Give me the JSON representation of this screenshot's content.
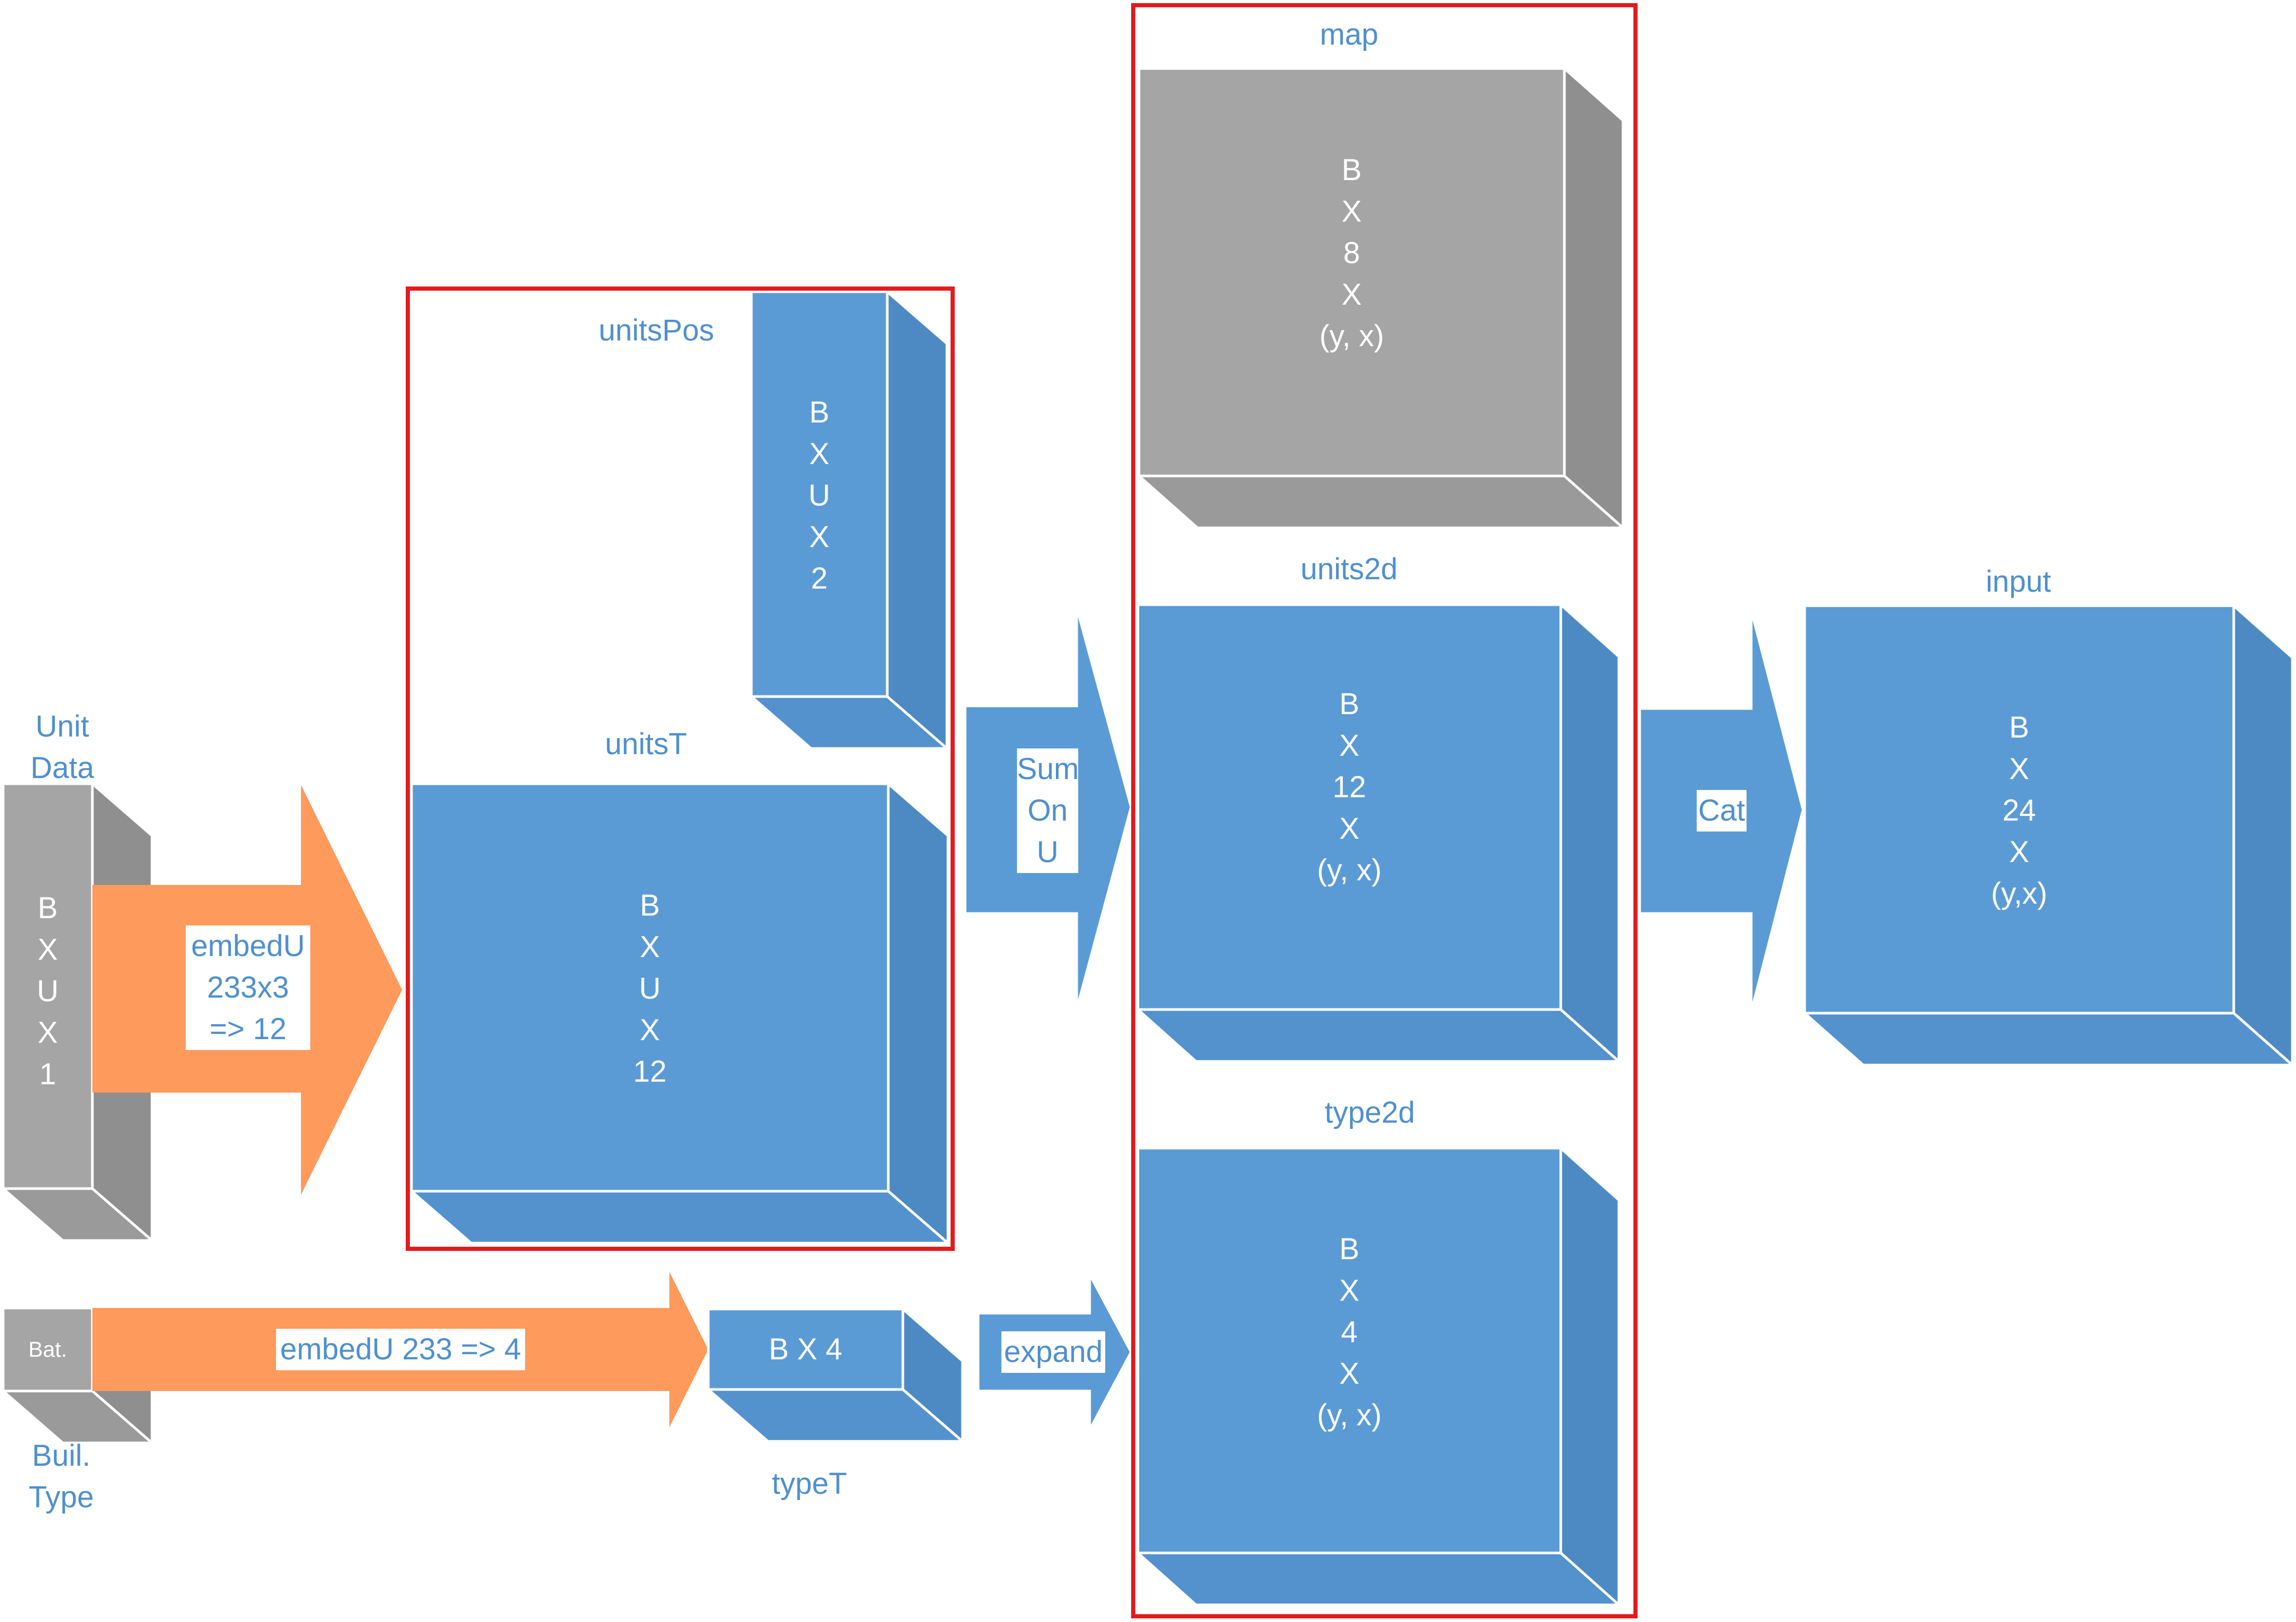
{
  "unit_data": {
    "label_lines": [
      "Unit",
      "Data"
    ],
    "dims": [
      "B",
      "X",
      "U",
      "X",
      "1"
    ]
  },
  "build_type": {
    "face_label": "Bat.",
    "label_lines": [
      "Buil.",
      "Type"
    ]
  },
  "embed_units_arrow": {
    "label_lines": [
      "embedU",
      "233x3",
      "=> 12"
    ]
  },
  "embed_type_arrow": {
    "label": "embedU 233 => 4"
  },
  "units_pos": {
    "label": "unitsPos",
    "dims": [
      "B",
      "X",
      "U",
      "X",
      "2"
    ]
  },
  "units_t": {
    "label": "unitsT",
    "dims": [
      "B",
      "X",
      "U",
      "X",
      "12"
    ]
  },
  "type_t": {
    "label": "typeT",
    "face_label": "B X 4"
  },
  "sum_arrow": {
    "label_lines": [
      "Sum",
      "On",
      "U"
    ]
  },
  "expand_arrow": {
    "label": "expand"
  },
  "map": {
    "label": "map",
    "dims": [
      "B",
      "X",
      "8",
      "X",
      "(y, x)"
    ]
  },
  "units_2d": {
    "label": "units2d",
    "dims": [
      "B",
      "X",
      "12",
      "X",
      "(y, x)"
    ]
  },
  "type_2d": {
    "label": "type2d",
    "dims": [
      "B",
      "X",
      "4",
      "X",
      "(y, x)"
    ]
  },
  "cat_arrow": {
    "label": "Cat"
  },
  "input": {
    "label": "input",
    "dims": [
      "B",
      "X",
      "24",
      "X",
      "(y,x)"
    ]
  },
  "colors": {
    "blue_box": "#5b9bd5",
    "gray_box": "#a5a5a5",
    "orange_arrow": "#fd9a5c",
    "red_frame": "#e41a1c",
    "label_text": "#4f90cf"
  }
}
